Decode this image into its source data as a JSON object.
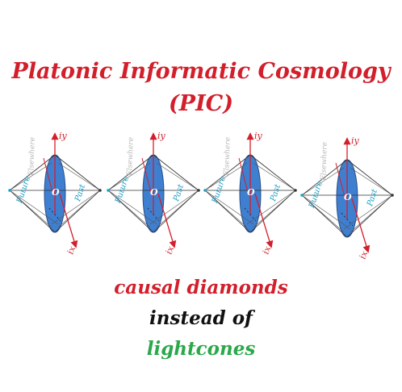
{
  "title": {
    "line1": "Platonic Informatic Cosmology",
    "line2": "(PIC)"
  },
  "diagram": {
    "label_elsewhere": "Elsewhere",
    "label_future": "Future",
    "label_past": "Past",
    "label_iy": "iy",
    "label_ix": "ix",
    "label_origin": "O",
    "panel_count": 4
  },
  "captions": {
    "line1": {
      "text": "causal diamonds",
      "color": "#d21f2b"
    },
    "line2": {
      "text": "instead of",
      "color": "#111111"
    },
    "line3": {
      "text": "lightcones",
      "color": "#2aa84a"
    }
  },
  "colors": {
    "title": "#d21f2b",
    "ellipse_fill": "#3f7fd0",
    "axis": "#d21f2b",
    "label_cyan": "#1a9fc4",
    "elsewhere_gray": "#b9b9b9"
  }
}
